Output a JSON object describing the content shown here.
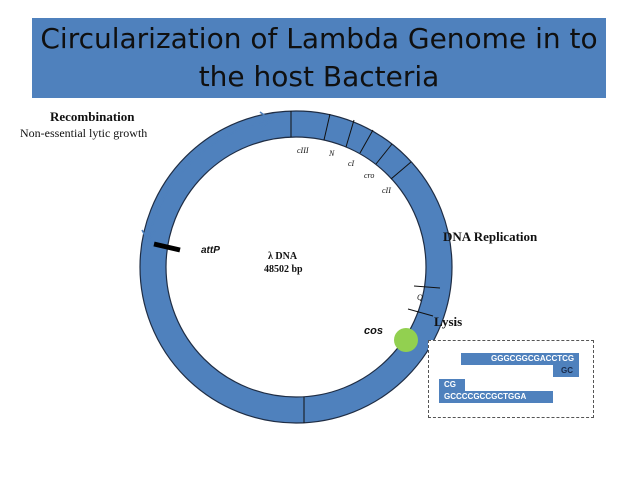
{
  "slide": {
    "title": "Circularization of Lambda Genome in to the host  Bacteria"
  },
  "diagram": {
    "recombination_title": "Recombination",
    "recombination_subtitle": "Non-essential lytic growth",
    "center_label_1": "λ DNA",
    "center_label_2": "48502 bp",
    "attP_label": "attP",
    "cos_label": "cos",
    "dna_replication_label": "DNA Replication",
    "lysis_label": "Lysis",
    "gene_labels": [
      "cIII",
      "N",
      "cI",
      "cro",
      "cII",
      "Q"
    ],
    "ring_color": "#4f81bd",
    "cos_marker_color": "#92d050"
  },
  "sequence": {
    "top_strand": "GGGCGGCGACCTCG",
    "top_overhang": "GC",
    "bottom_overhang": "CG",
    "bottom_strand": "GCCCCGCCGCTGGA"
  }
}
